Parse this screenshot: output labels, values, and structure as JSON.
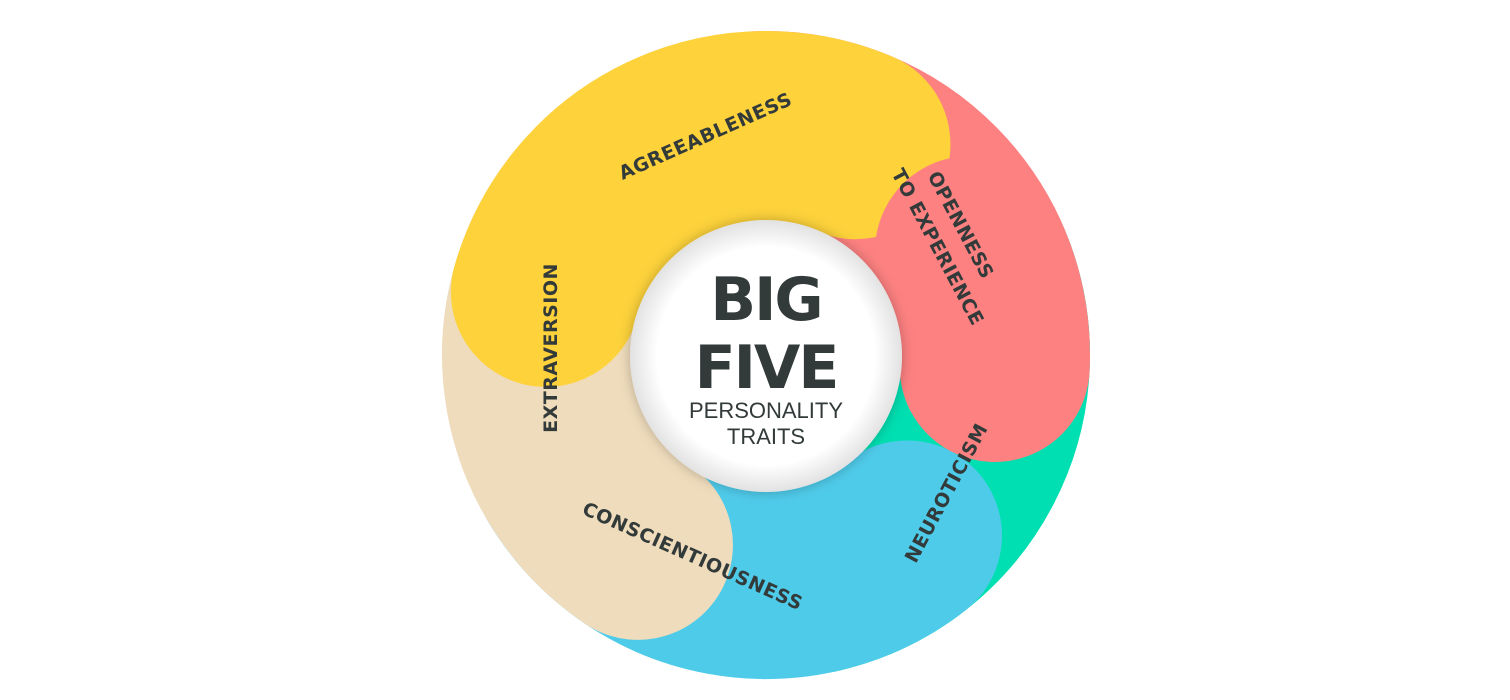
{
  "title_line1": "BIG",
  "title_line2": "FIVE",
  "subtitle_line1": "PERSONALITY",
  "subtitle_line2": "TRAITS",
  "traits": [
    {
      "id": "openness",
      "lines": [
        "OPENNESS",
        "TO EXPERIENCE"
      ],
      "color": "#fd8181"
    },
    {
      "id": "neuroticism",
      "lines": [
        "NEUROTICISM"
      ],
      "color": "#00dfb1"
    },
    {
      "id": "conscientiousness",
      "lines": [
        "CONSCIENTIOUSNESS"
      ],
      "color": "#4fcbea"
    },
    {
      "id": "extraversion",
      "lines": [
        "EXTRAVERSION"
      ],
      "color": "#efdcbc"
    },
    {
      "id": "agreeableness",
      "lines": [
        "AGREEABLENESS"
      ],
      "color": "#fdd23b"
    }
  ]
}
